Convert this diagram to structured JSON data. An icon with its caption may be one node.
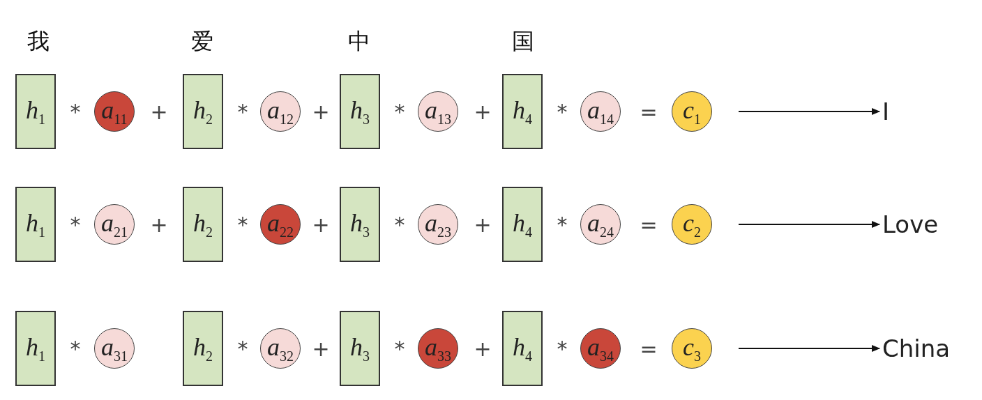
{
  "diagram": {
    "nodes": [
      {
        "text": [
          "*h*$_{1}$"
        ]
      },
      {
        "text": [
          "*a*$_{11}$"
        ]
      },
      {
        "text": [
          "*h*$_{2}$"
        ]
      },
      {
        "text": [
          "*a*$_{12}$"
        ]
      },
      {
        "text": [
          "*h*$_{3}$"
        ]
      },
      {
        "text": [
          "*a*$_{13}$"
        ]
      },
      {
        "text": [
          "*h*$_{4}$"
        ]
      },
      {
        "text": [
          "*a*$_{14}$"
        ]
      },
      {
        "text": [
          "*c*$_{1}$"
        ]
      },
      {
        "text": [
          "I"
        ]
      },
      {
        "text": [
          "*h*$_{1}$"
        ]
      },
      {
        "text": [
          "*a*$_{21}$"
        ]
      },
      {
        "text": [
          "*h*$_{2}$"
        ]
      },
      {
        "text": [
          "*a*$_{22}$"
        ]
      },
      {
        "text": [
          "*h*$_{3}$"
        ]
      },
      {
        "text": [
          "*a*$_{23}$"
        ]
      },
      {
        "text": [
          "*h*$_{4}$"
        ]
      },
      {
        "text": [
          "*a*$_{24}$"
        ]
      },
      {
        "text": [
          "*c*$_{2}$"
        ]
      },
      {
        "text": [
          "Love"
        ]
      },
      {
        "text": [
          "*h*$_{1}$"
        ]
      },
      {
        "text": [
          "*a*$_{31}$"
        ]
      },
      {
        "text": [
          "*h*$_{2}$"
        ]
      },
      {
        "text": [
          "*a*$_{32}$"
        ]
      },
      {
        "text": [
          "*h*$_{3}$"
        ]
      },
      {
        "text": [
          "*a*$_{33}$"
        ]
      },
      {
        "text": [
          "*h*$_{4}$"
        ]
      },
      {
        "text": [
          "*a*$_{34}$"
        ]
      },
      {
        "text": [
          "*c*$_{3}$"
        ]
      },
      {
        "text": [
          "China"
        ]
      }
    ],
    "edges": [
      {
        "from": 8,
        "to": 9,
        "arrow": "to"
      },
      {
        "from": 18,
        "to": 19,
        "arrow": "to"
      },
      {
        "from": 28,
        "to": 29,
        "arrow": "to"
      }
    ],
    "labels": [
      "我",
      "爱",
      "中",
      "国",
      "*",
      "+",
      "*",
      "+",
      "*",
      "+",
      "*",
      "=",
      "*",
      "+",
      "*",
      "+",
      "*",
      "+",
      "*",
      "=",
      "*",
      "*",
      "+",
      "*",
      "+",
      "*",
      "="
    ]
  }
}
